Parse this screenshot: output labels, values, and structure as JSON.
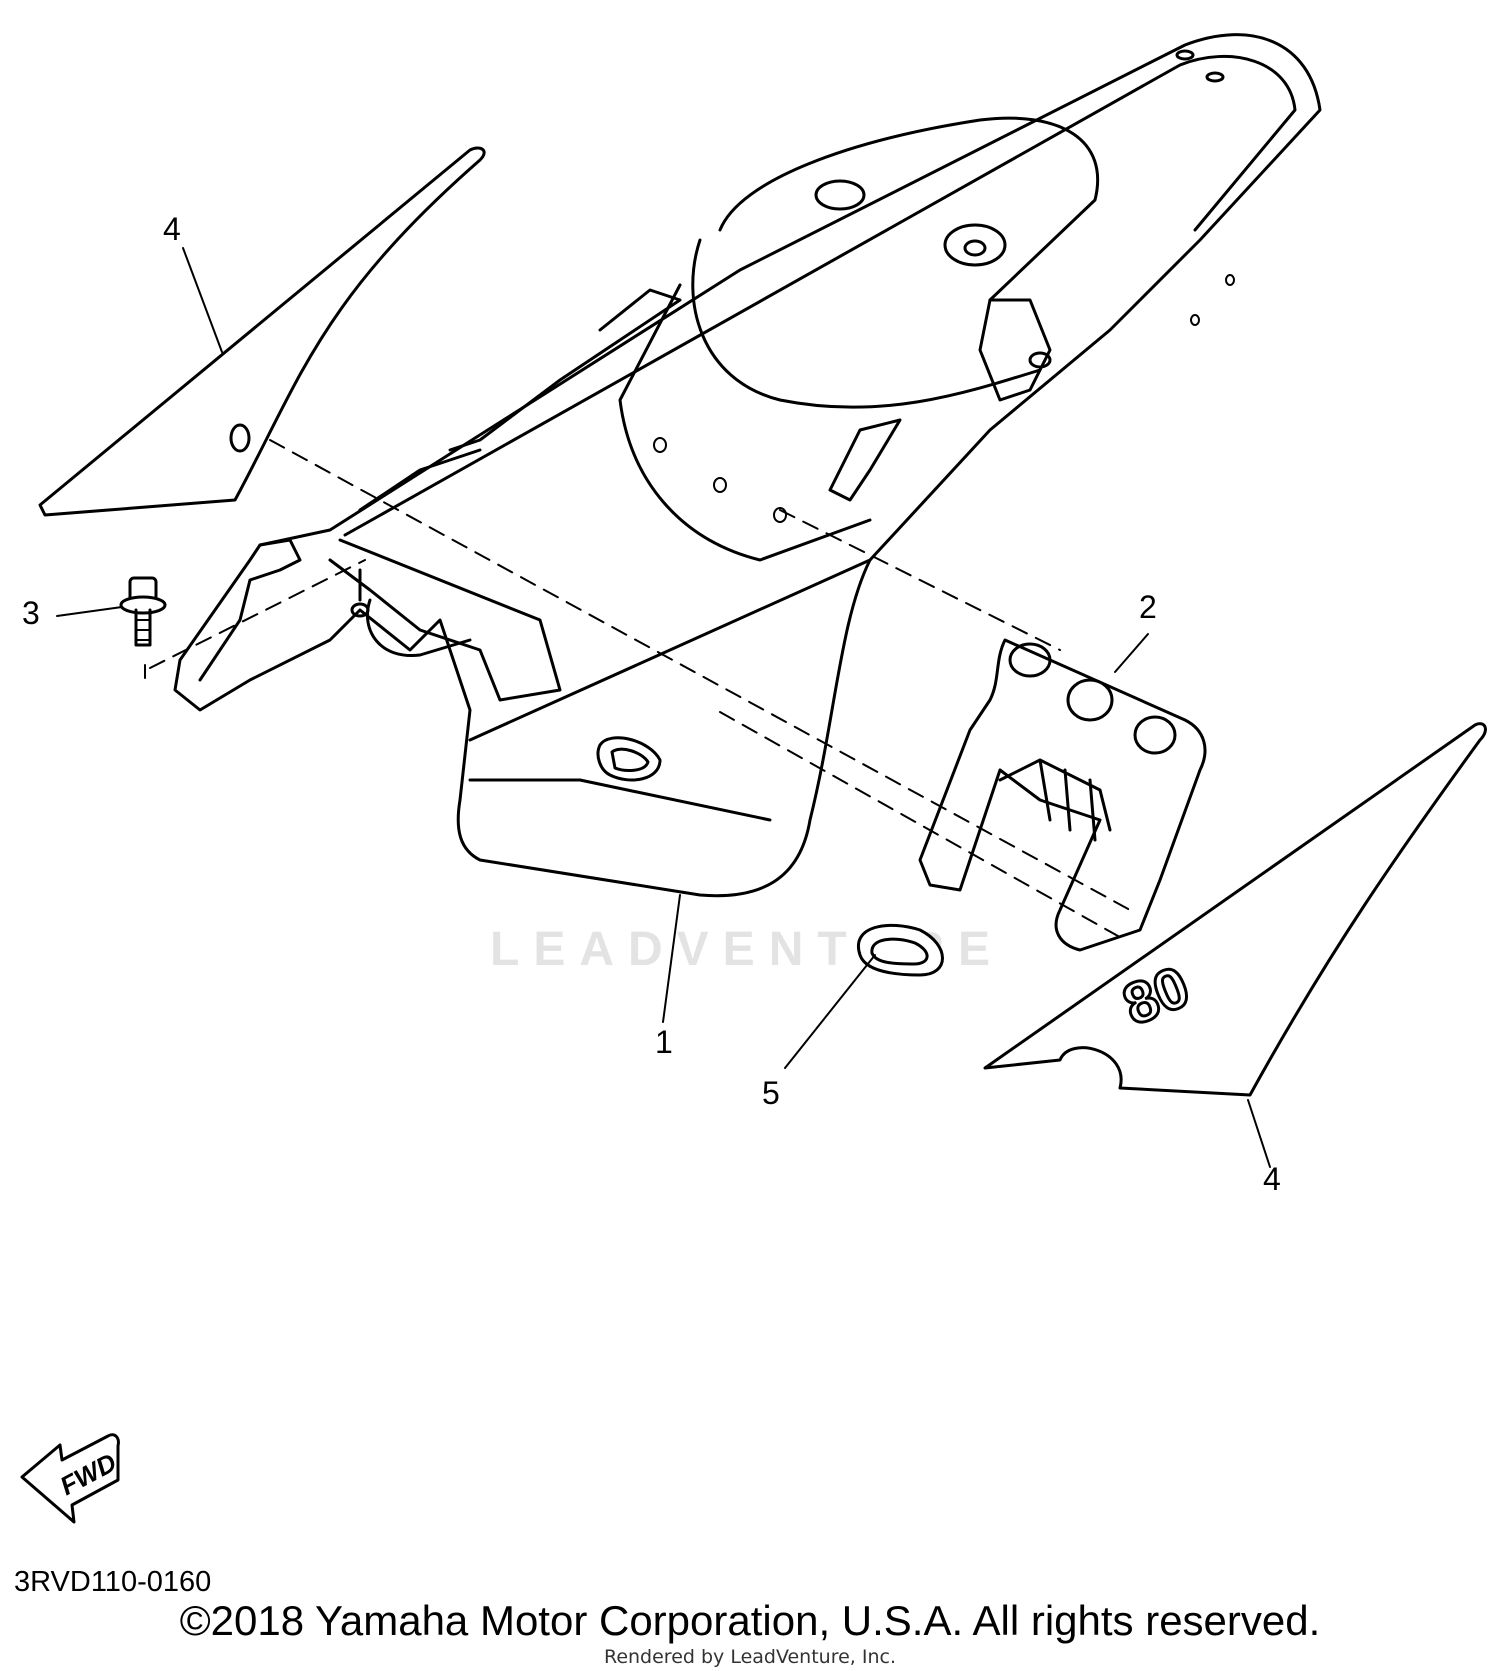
{
  "diagram": {
    "callouts": [
      {
        "id": "1",
        "label": "1"
      },
      {
        "id": "2",
        "label": "2"
      },
      {
        "id": "3",
        "label": "3"
      },
      {
        "id": "4a",
        "label": "4"
      },
      {
        "id": "4b",
        "label": "4"
      },
      {
        "id": "5",
        "label": "5"
      }
    ],
    "decal_number": "80",
    "fwd_arrow_label": "FWD",
    "watermark_text": "LEADVENTURE",
    "diagram_code": "3RVD110-0160",
    "copyright": "©2018 Yamaha Motor Corporation, U.S.A. All rights reserved.",
    "rendered_by": "Rendered by LeadVenture, Inc."
  }
}
